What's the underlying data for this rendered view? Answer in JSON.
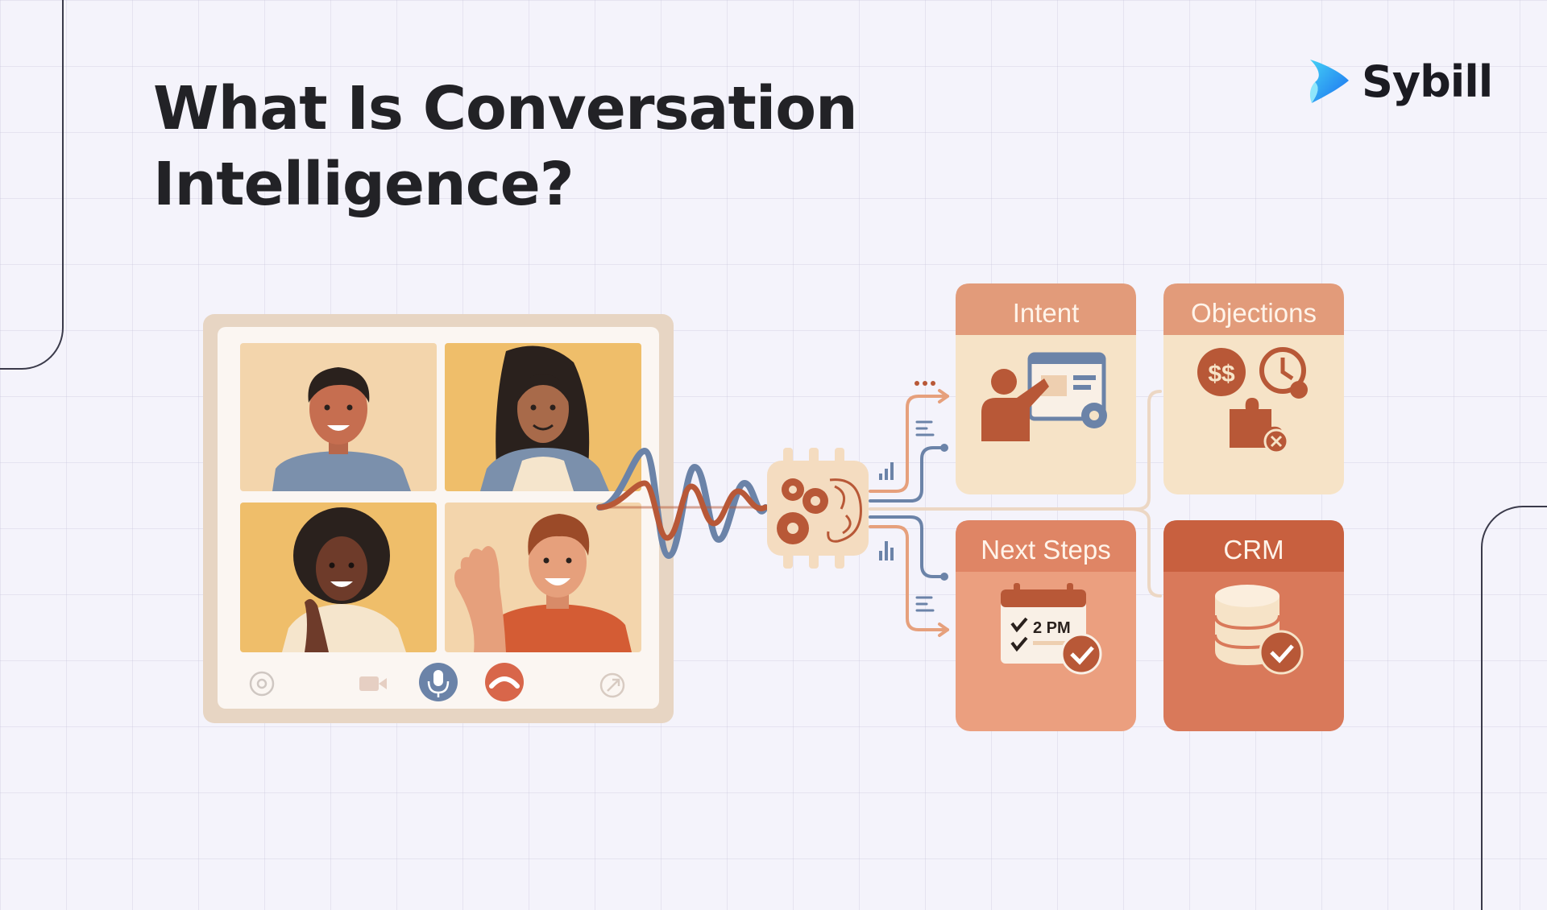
{
  "title": {
    "line1": "What Is Conversation",
    "line2": "Intelligence?"
  },
  "logo": {
    "brand": "Sybill",
    "color_primary": "#1b8ff0",
    "color_secondary": "#44d0f5"
  },
  "cards": [
    {
      "label": "Intent",
      "icon": "presentation-icon"
    },
    {
      "label": "Objections",
      "icon": "money-clock-puzzle-icon",
      "money_text": "$$"
    },
    {
      "label": "Next Steps",
      "icon": "calendar-icon",
      "time_text": "2 PM"
    },
    {
      "label": "CRM",
      "icon": "database-icon"
    }
  ],
  "colors": {
    "peach_light": "#f6e3c7",
    "peach_header": "#e29b7a",
    "salmon": "#eb9f7f",
    "salmon_header": "#df8565",
    "crm": "#d9795a",
    "crm_header": "#c8603f",
    "rust": "#b85837",
    "slate": "#6b83a8"
  }
}
